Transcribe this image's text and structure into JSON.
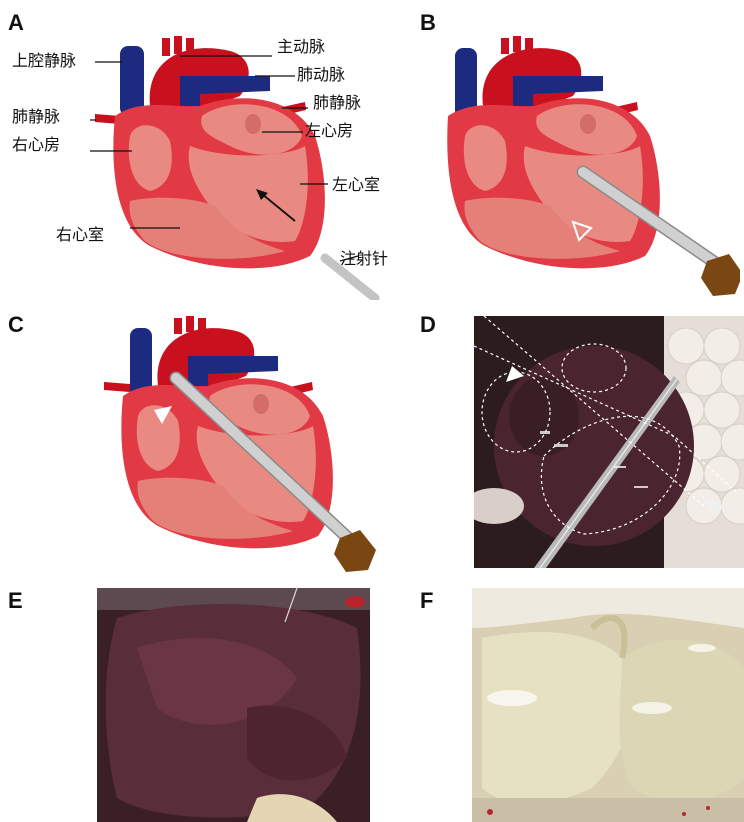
{
  "panels": {
    "a": {
      "letter": "A"
    },
    "b": {
      "letter": "B"
    },
    "c": {
      "letter": "C"
    },
    "d": {
      "letter": "D"
    },
    "e": {
      "letter": "E"
    },
    "f": {
      "letter": "F"
    }
  },
  "labels": {
    "svc": "上腔静脉",
    "aorta": "主动脉",
    "pulmonary_artery": "肺动脉",
    "pulmonary_vein_right": "肺静脉",
    "pulmonary_vein_left": "肺静脉",
    "left_atrium": "左心房",
    "right_atrium": "右心房",
    "left_ventricle": "左心室",
    "right_ventricle": "右心室",
    "needle": "注射针"
  },
  "colors": {
    "heart_outer": "#e23a44",
    "heart_inner": "#e98a82",
    "vessel_red": "#c8101e",
    "vessel_blue": "#1c2a80",
    "needle_gray": "#c4c4c4",
    "needle_hub": "#7a4712",
    "photo_heart": "#4a2530",
    "photo_pale": "#e6e1c2"
  }
}
